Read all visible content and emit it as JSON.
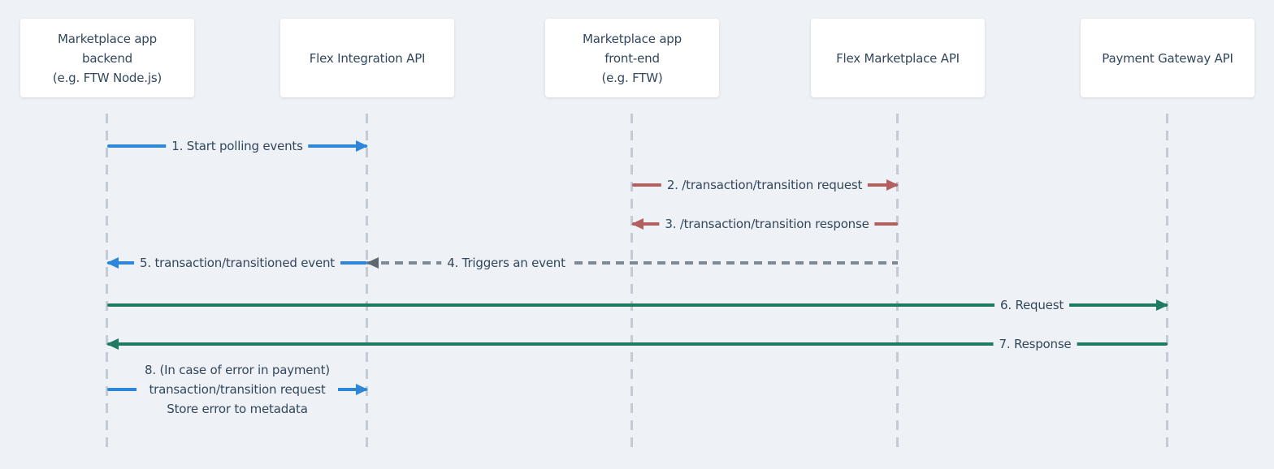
{
  "colors": {
    "bg": "#eef1f5",
    "box": "#ffffff",
    "text": "#33475c",
    "blue": "#2e86d9",
    "red": "#b25f5f",
    "green": "#1f7a64",
    "gray": "#7d8a96",
    "gray-head": "#5d6873",
    "lifeline": "#c3ccd6"
  },
  "actors": [
    {
      "lines": [
        "Marketplace app",
        "backend",
        "(e.g. FTW Node.js)"
      ]
    },
    {
      "lines": [
        "Flex Integration API"
      ]
    },
    {
      "lines": [
        "Marketplace app",
        "front-end",
        "(e.g. FTW)"
      ]
    },
    {
      "lines": [
        "Flex Marketplace API"
      ]
    },
    {
      "lines": [
        "Payment Gateway API"
      ]
    }
  ],
  "messages": [
    {
      "label": "1. Start polling events",
      "from": "Marketplace app backend",
      "to": "Flex Integration API",
      "style": "solid",
      "color": "#2e86d9",
      "direction": "right"
    },
    {
      "label": "2. /transaction/transition request",
      "from": "Marketplace app front-end",
      "to": "Flex Marketplace API",
      "style": "solid",
      "color": "#b25f5f",
      "direction": "right"
    },
    {
      "label": "3. /transaction/transition response",
      "from": "Flex Marketplace API",
      "to": "Marketplace app front-end",
      "style": "solid",
      "color": "#b25f5f",
      "direction": "left"
    },
    {
      "label": "4. Triggers an event",
      "from": "Flex Marketplace API",
      "to": "Flex Integration API",
      "style": "dashed",
      "color": "#7d8a96",
      "direction": "left"
    },
    {
      "label": "5. transaction/transitioned event",
      "from": "Flex Integration API",
      "to": "Marketplace app backend",
      "style": "solid",
      "color": "#2e86d9",
      "direction": "left"
    },
    {
      "label": "6. Request",
      "from": "Marketplace app backend",
      "to": "Payment Gateway API",
      "style": "solid",
      "color": "#1f7a64",
      "direction": "right"
    },
    {
      "label": "7. Response",
      "from": "Payment Gateway API",
      "to": "Marketplace app backend",
      "style": "solid",
      "color": "#1f7a64",
      "direction": "left"
    },
    {
      "lines": [
        "8. (In case of error in payment)",
        "transaction/transition request",
        "Store error to metadata"
      ],
      "from": "Marketplace app backend",
      "to": "Flex Integration API",
      "style": "solid",
      "color": "#2e86d9",
      "direction": "right"
    }
  ]
}
